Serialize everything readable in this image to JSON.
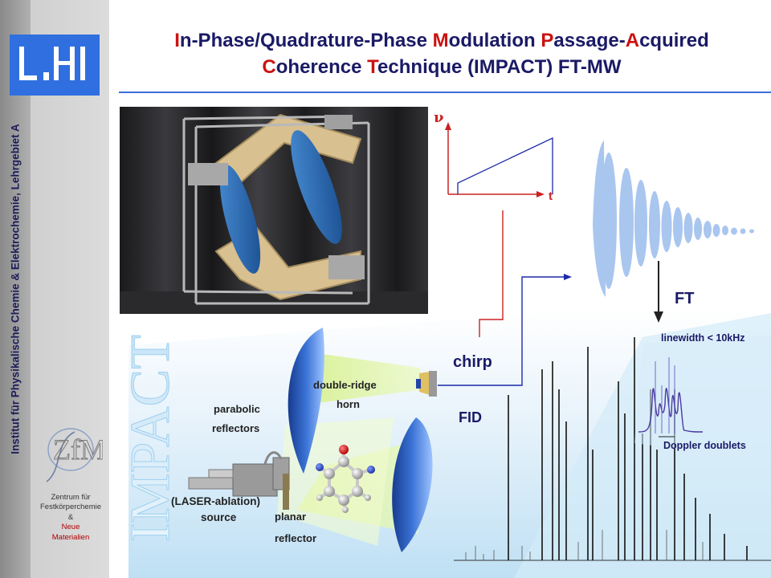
{
  "sidebar": {
    "vertical_text": "Institut für Physikalische Chemie & Elektrochemie, Lehrgebiet A",
    "zfm_lines": [
      "Zentrum für",
      "Festkörperchemie",
      "&",
      "Neue",
      "Materialien"
    ]
  },
  "title": {
    "line1_segments": [
      {
        "t": "I",
        "hl": true
      },
      {
        "t": "n-Phase/Quadrature-Phase ",
        "hl": false
      },
      {
        "t": "M",
        "hl": true
      },
      {
        "t": "odulation ",
        "hl": false
      },
      {
        "t": "P",
        "hl": true
      },
      {
        "t": "assage-",
        "hl": false
      },
      {
        "t": "A",
        "hl": true
      },
      {
        "t": "cquired",
        "hl": false
      }
    ],
    "line2_segments": [
      {
        "t": "C",
        "hl": true
      },
      {
        "t": "oherence ",
        "hl": false
      },
      {
        "t": "T",
        "hl": true
      },
      {
        "t": "echnique (IMPACT) FT-MW",
        "hl": false
      }
    ]
  },
  "labels": {
    "nu": "ν",
    "t": "t",
    "ft": "FT",
    "linewidth": "linewidth < 10kHz",
    "chirp": "chirp",
    "fid": "FID",
    "doppler": "Doppler doublets",
    "double_ridge": "double-ridge",
    "horn": "horn",
    "parabolic": "parabolic",
    "reflectors": "reflectors",
    "laser": "(LASER-ablation)",
    "source": "source",
    "planar": "planar",
    "reflector": "reflector",
    "impact_watermark": "IMPACT"
  },
  "colors": {
    "title_text": "#1a1a66",
    "title_highlight": "#cc1111",
    "chirp_line": "#1d2aa8",
    "signal_line": "#cc2222",
    "fid_fill": "#a9c6ef",
    "logo_blue": "#2f6fe0"
  }
}
